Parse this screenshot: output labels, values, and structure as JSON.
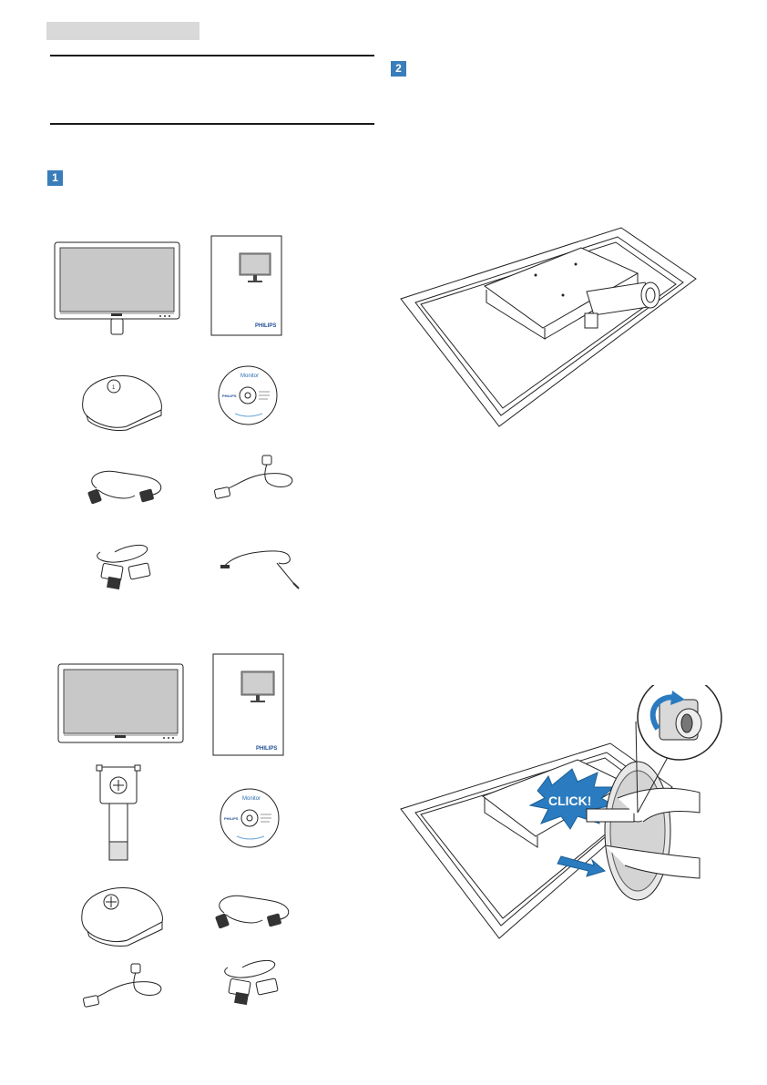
{
  "header": {
    "tab_label": ""
  },
  "steps": {
    "step1_number": "1",
    "step2_number": "2"
  },
  "manual": {
    "brand": "PHILIPS"
  },
  "cd": {
    "title": "Monitor",
    "brand": "PHILIPS"
  },
  "install": {
    "callout": "CLICK!"
  },
  "colors": {
    "step_badge": "#3a7dbb",
    "click_burst": "#2a7bbf",
    "brand_blue": "#1f4e96",
    "header_bar": "#d9d9d9"
  },
  "icons": [
    "monitor-icon",
    "user-manual-icon",
    "stand-base-icon",
    "cd-rom-icon",
    "power-cable-icon",
    "dvi-cable-icon",
    "vga-cable-icon",
    "audio-cable-icon",
    "stand-column-icon",
    "rotate-arrow-icon",
    "push-arrow-icon",
    "hand-icon"
  ]
}
